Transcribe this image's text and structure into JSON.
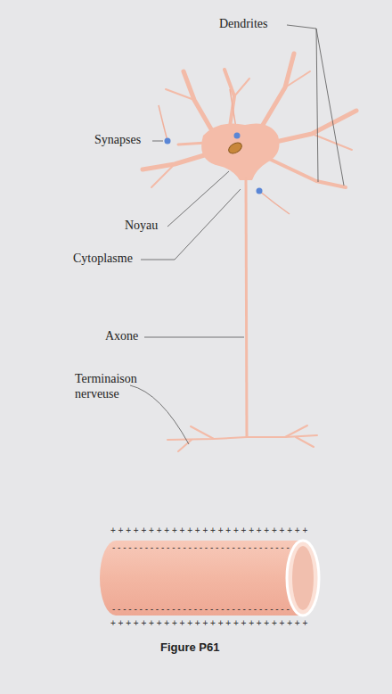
{
  "diagram": {
    "caption": "Figure P61",
    "labels": [
      "Dendrites",
      "Synapses",
      "Noyau",
      "Cytoplasme",
      "Axone",
      "Terminaison nerveuse",
      "+ + + + + + + + + + + + + + + + + + + + + + + + + +",
      "- - - - - - - - - - - - - - - - - - - - - - - - - - - - - - - - -",
      "- - - - - - - - - - - - - - - - - - - - - - - - - - - - - - - - -",
      "+ + + + + + + + + + + + + + + + + + + + + + + + + +"
    ]
  }
}
